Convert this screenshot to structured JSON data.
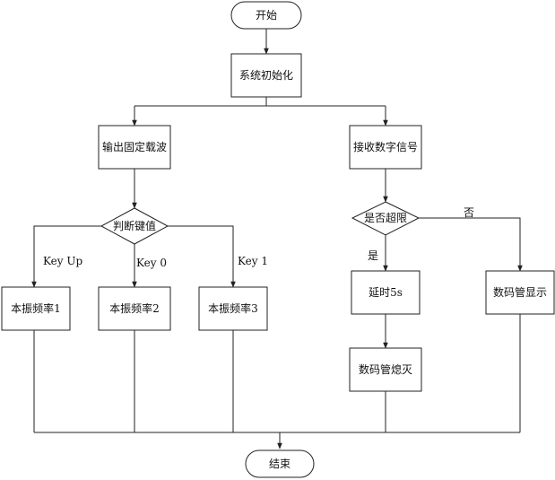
{
  "nodes": {
    "start": "开始",
    "init": "系统初始化",
    "carrier": "输出固定载波",
    "judge": "判断键值",
    "freq1": "本振频率1",
    "freq2": "本振频率2",
    "freq3": "本振频率3",
    "receive": "接收数字信号",
    "exceed": "是否超限",
    "delay": "延时5s",
    "off": "数码管熄灭",
    "display": "数码管显示",
    "end": "结束"
  },
  "edge_labels": {
    "key_up": "Key Up",
    "key_0": "Key 0",
    "key_1": "Key 1",
    "yes": "是",
    "no": "否"
  }
}
